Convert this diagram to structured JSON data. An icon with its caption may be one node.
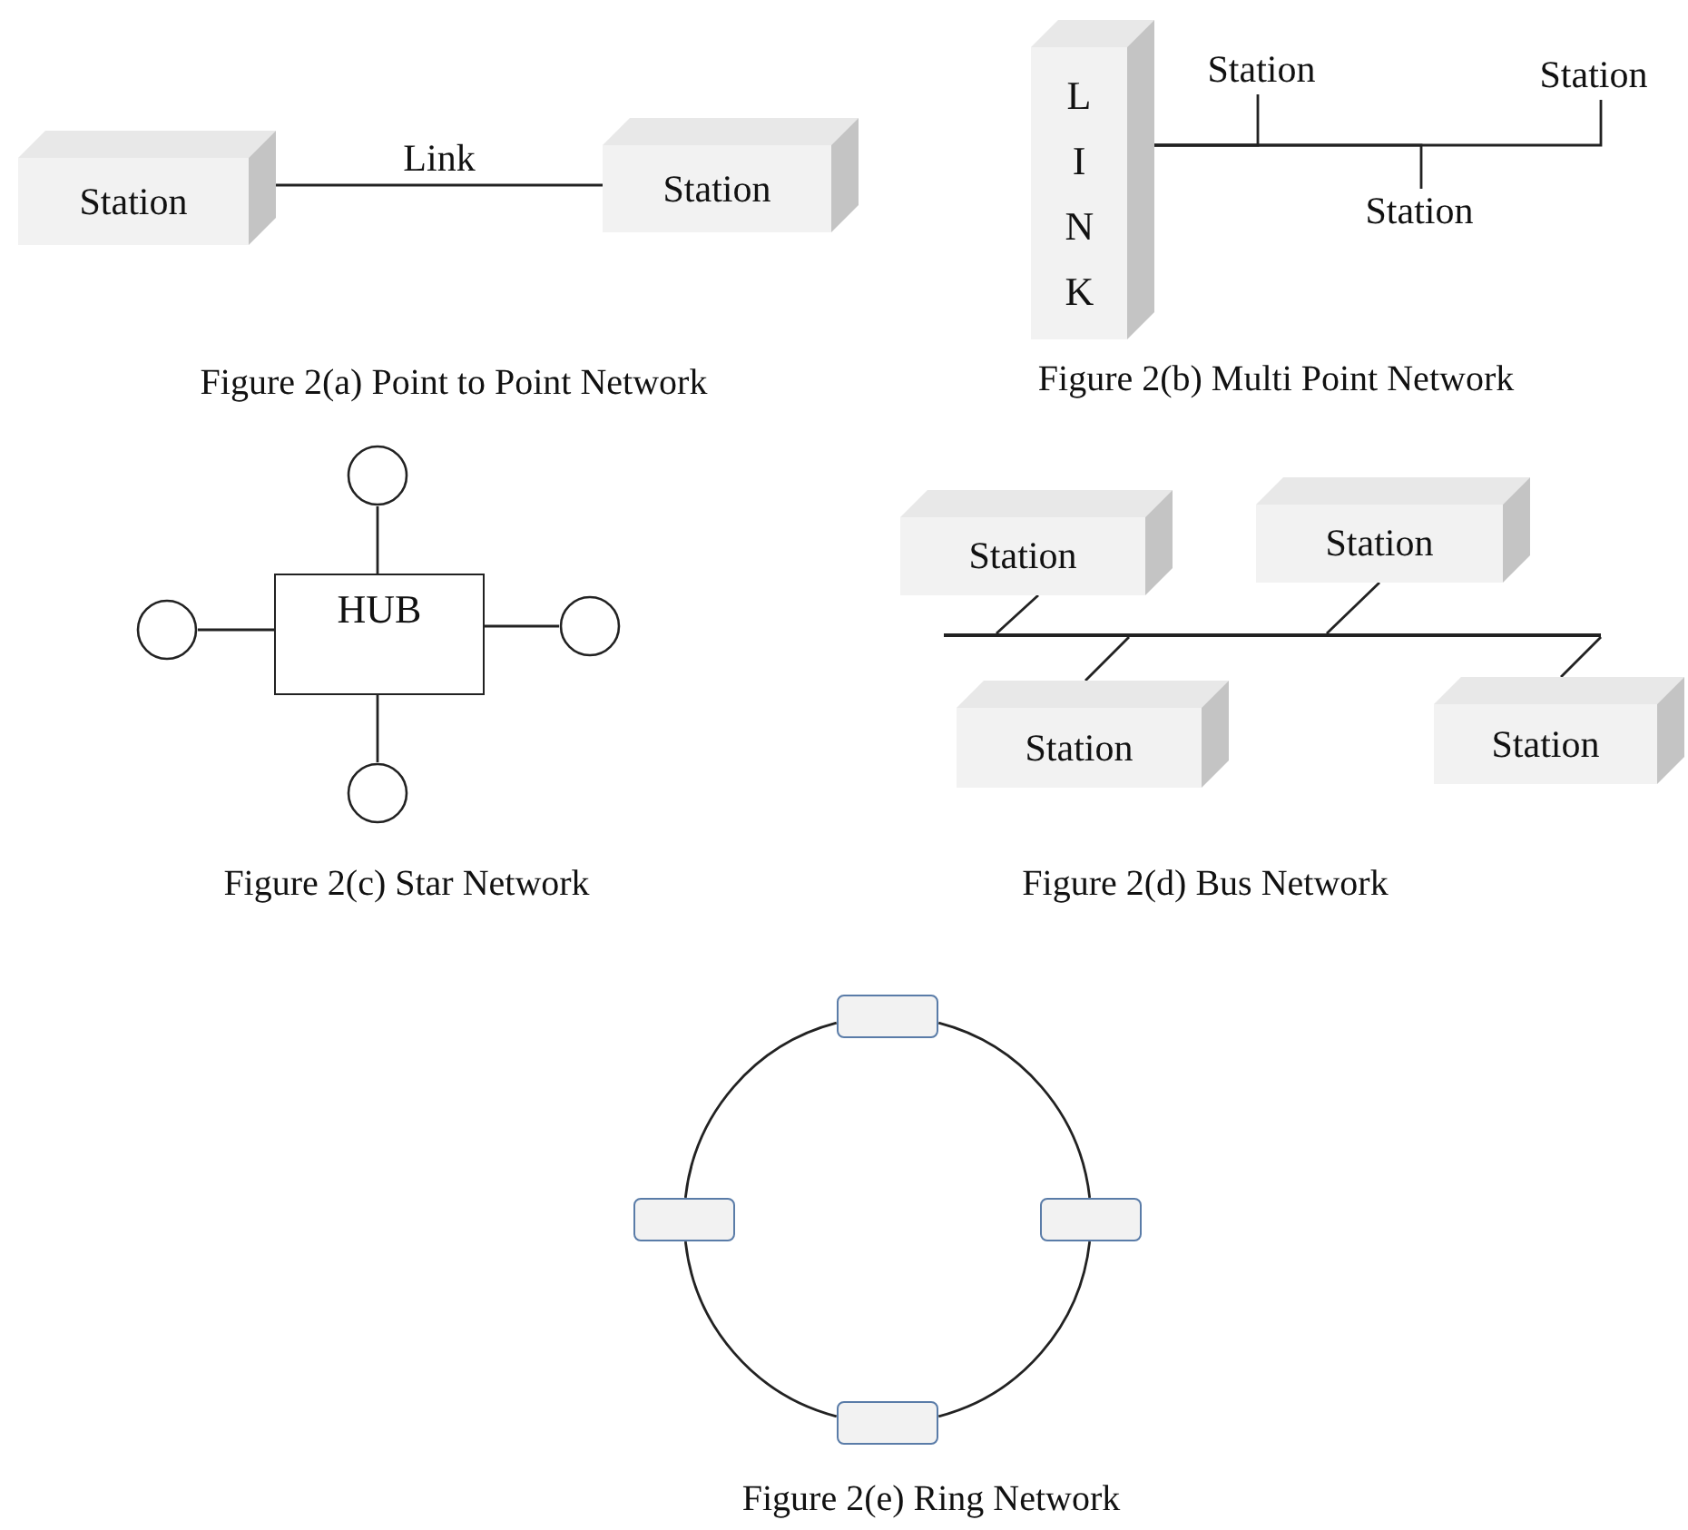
{
  "diagram": {
    "nodes": [
      {
        "text": [
          "Station"
        ]
      },
      {
        "text": [
          "Station"
        ]
      },
      {
        "text": [
          "LINK"
        ]
      },
      {
        "text": [
          "Station"
        ]
      },
      {
        "text": [
          "Station"
        ]
      },
      {
        "text": [
          "Station"
        ]
      },
      {
        "text": [
          "HUB"
        ]
      },
      {
        "text": [],
        "shape": "circle"
      },
      {
        "text": [],
        "shape": "circle"
      },
      {
        "text": [],
        "shape": "circle"
      },
      {
        "text": [],
        "shape": "circle"
      },
      {
        "text": [
          "Station"
        ]
      },
      {
        "text": [
          "Station"
        ]
      },
      {
        "text": [],
        "shape": "bar"
      },
      {
        "text": [
          "Station"
        ]
      },
      {
        "text": [
          "Station"
        ]
      },
      {
        "text": [],
        "shape": "box"
      },
      {
        "text": [],
        "shape": "box"
      },
      {
        "text": [],
        "shape": "box"
      },
      {
        "text": [],
        "shape": "box"
      }
    ],
    "edges": [
      {
        "from": 0,
        "to": 1,
        "arrow": "none",
        "label": "Link"
      },
      {
        "from": 2,
        "to": 3,
        "arrow": "none"
      },
      {
        "from": 2,
        "to": 4,
        "arrow": "none"
      },
      {
        "from": 2,
        "to": 5,
        "arrow": "none"
      },
      {
        "from": 6,
        "to": 7,
        "arrow": "none"
      },
      {
        "from": 6,
        "to": 8,
        "arrow": "none"
      },
      {
        "from": 6,
        "to": 9,
        "arrow": "none"
      },
      {
        "from": 6,
        "to": 10,
        "arrow": "none"
      },
      {
        "from": 11,
        "to": 13,
        "arrow": "none"
      },
      {
        "from": 12,
        "to": 13,
        "arrow": "none"
      },
      {
        "from": 14,
        "to": 13,
        "arrow": "none"
      },
      {
        "from": 15,
        "to": 13,
        "arrow": "none"
      },
      {
        "from": 16,
        "to": 18,
        "arrow": "none"
      },
      {
        "from": 18,
        "to": 19,
        "arrow": "none"
      },
      {
        "from": 19,
        "to": 17,
        "arrow": "none"
      },
      {
        "from": 17,
        "to": 16,
        "arrow": "none"
      }
    ],
    "labels": [
      "Figure 2(a) Point to Point Network",
      "Figure 2(b) Multi Point Network",
      "Figure 2(c) Star Network",
      "Figure 2(d) Bus Network",
      "Figure 2(e) Ring Network"
    ]
  }
}
